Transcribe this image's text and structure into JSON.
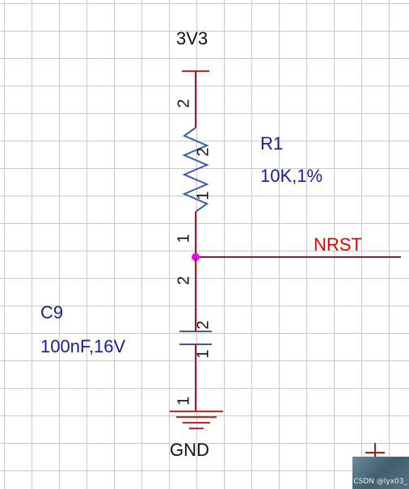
{
  "power_net": "3V3",
  "ground_net": "GND",
  "signal_net": "NRST",
  "resistor": {
    "designator": "R1",
    "value": "10K,1%",
    "pin_top": "2",
    "pin_bottom": "1",
    "body_pin_a": "2",
    "body_pin_b": "1"
  },
  "capacitor": {
    "designator": "C9",
    "value": "100nF,16V",
    "pin_top": "2",
    "pin_bottom": "1",
    "body_pin_a": "2",
    "body_pin_b": "1"
  },
  "watermark": "CSDN @lyx03_",
  "colors": {
    "wire": "#9b1a2a",
    "component": "#3a5aa8",
    "junction": "#ff00ff",
    "power_symbol": "#d02020",
    "net_label": "#e00000",
    "designator": "#1a1f8c"
  }
}
